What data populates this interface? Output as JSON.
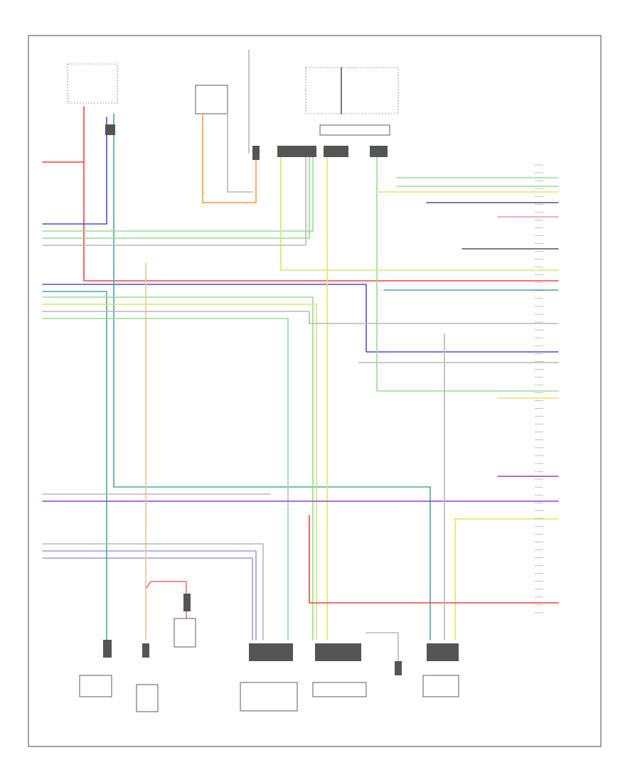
{
  "diagram": {
    "page_code": "",
    "ecm_label": "",
    "top_components": [
      {
        "id": "hot-in-run-1",
        "text": ""
      },
      {
        "id": "hot-at-all-times",
        "text": ""
      },
      {
        "id": "hot-in-run-2",
        "text": ""
      },
      {
        "id": "auto-trans-switch",
        "text": ""
      },
      {
        "id": "central-electronic-module",
        "text": ""
      }
    ],
    "bottom_components": [
      {
        "id": "camshaft-sensor",
        "text": ""
      },
      {
        "id": "knock-sensor",
        "text": ""
      },
      {
        "id": "throttle-switch",
        "text": ""
      },
      {
        "id": "mass-airflow-sensor",
        "text": ""
      },
      {
        "id": "accel-pedal-sensor",
        "text": ""
      },
      {
        "id": "fuel-tank-pressure",
        "text": ""
      },
      {
        "id": "fuel-pump-module",
        "text": ""
      }
    ],
    "colors": {
      "red": "#ff3a3a",
      "blue": "#4a4af0",
      "green": "#8fe08f",
      "teal": "#4aa7a0",
      "yellow": "#f0e05a",
      "orange": "#ff9a2e",
      "purple": "#9a3ad0",
      "pink": "#f090c0",
      "gray": "#b8b8b8",
      "lime": "#c8f060",
      "tan": "#e8c890",
      "black": "#333333"
    }
  }
}
